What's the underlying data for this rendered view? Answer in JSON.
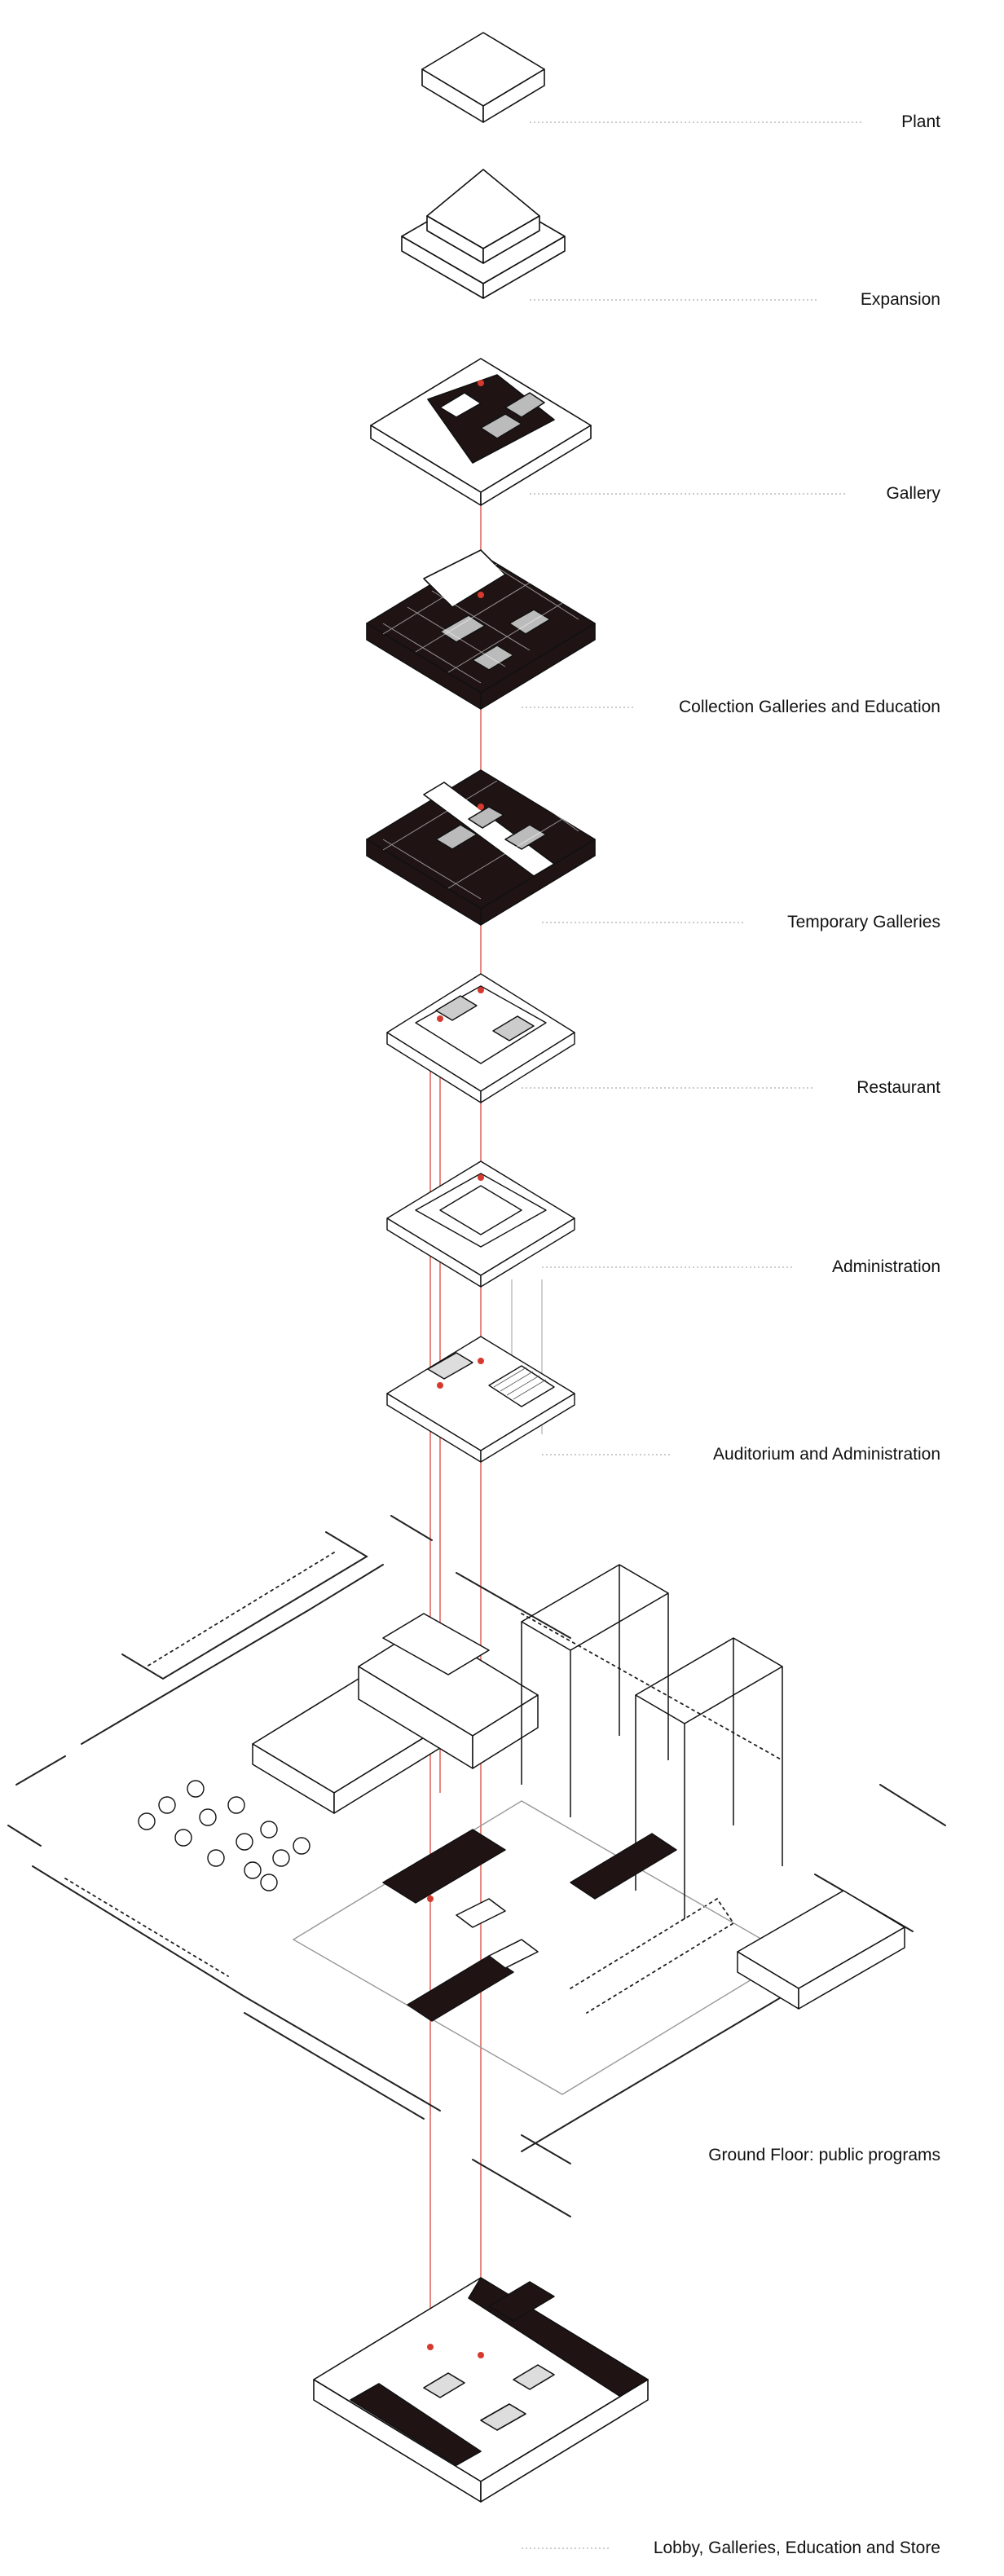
{
  "diagram": {
    "levels": [
      {
        "key": "plant",
        "label": "Plant"
      },
      {
        "key": "expansion",
        "label": "Expansion"
      },
      {
        "key": "gallery",
        "label": "Gallery"
      },
      {
        "key": "collection",
        "label": "Collection Galleries and Education"
      },
      {
        "key": "temporary",
        "label": "Temporary Galleries"
      },
      {
        "key": "restaurant",
        "label": "Restaurant"
      },
      {
        "key": "administration",
        "label": "Administration"
      },
      {
        "key": "auditorium",
        "label": "Auditorium and Administration"
      },
      {
        "key": "ground",
        "label": "Ground Floor: public programs"
      },
      {
        "key": "lobby",
        "label": "Lobby, Galleries, Education and Store"
      }
    ],
    "colors": {
      "ink": "#111111",
      "fill_dark": "#1f1314",
      "accent": "#d63a2f",
      "leader": "#9a9a9a",
      "site_line": "#222222"
    }
  }
}
